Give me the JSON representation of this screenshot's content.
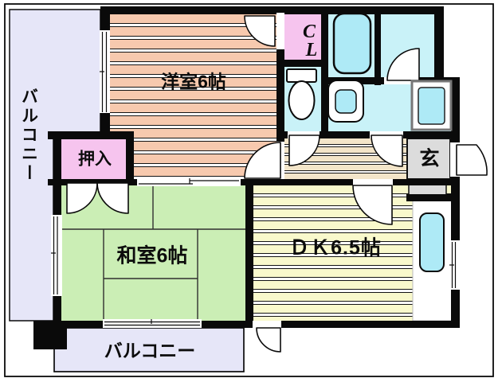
{
  "plan": {
    "type": "apartment-floor-plan",
    "labels": {
      "western_room": "洋室6帖",
      "closet_c": "C",
      "closet_l": "L",
      "oshiire": "押入",
      "japanese_room": "和室6帖",
      "dining_kitchen": "ＤＫ6.5帖",
      "entrance": "玄",
      "balcony_left": "バルコニー",
      "balcony_bottom": "バルコニー"
    },
    "colors": {
      "wall": "#0a0a0a",
      "balcony": "#e6e6f8",
      "western_room": "#f7c9ae",
      "hallway": "#f3e5c9",
      "dining_kitchen": "#f9f9cc",
      "japanese_room": "#cbeeb5",
      "closet_pink": "#f6c4ee",
      "wet_area": "#c9f2f8",
      "fixture": "#aeeaf6",
      "entrance": "#dcdcdc",
      "stripe_line": "#141414",
      "stripe_gap": "#ffffff",
      "tatami_line": "#2f2f2f",
      "counter": "#ffffff"
    }
  }
}
